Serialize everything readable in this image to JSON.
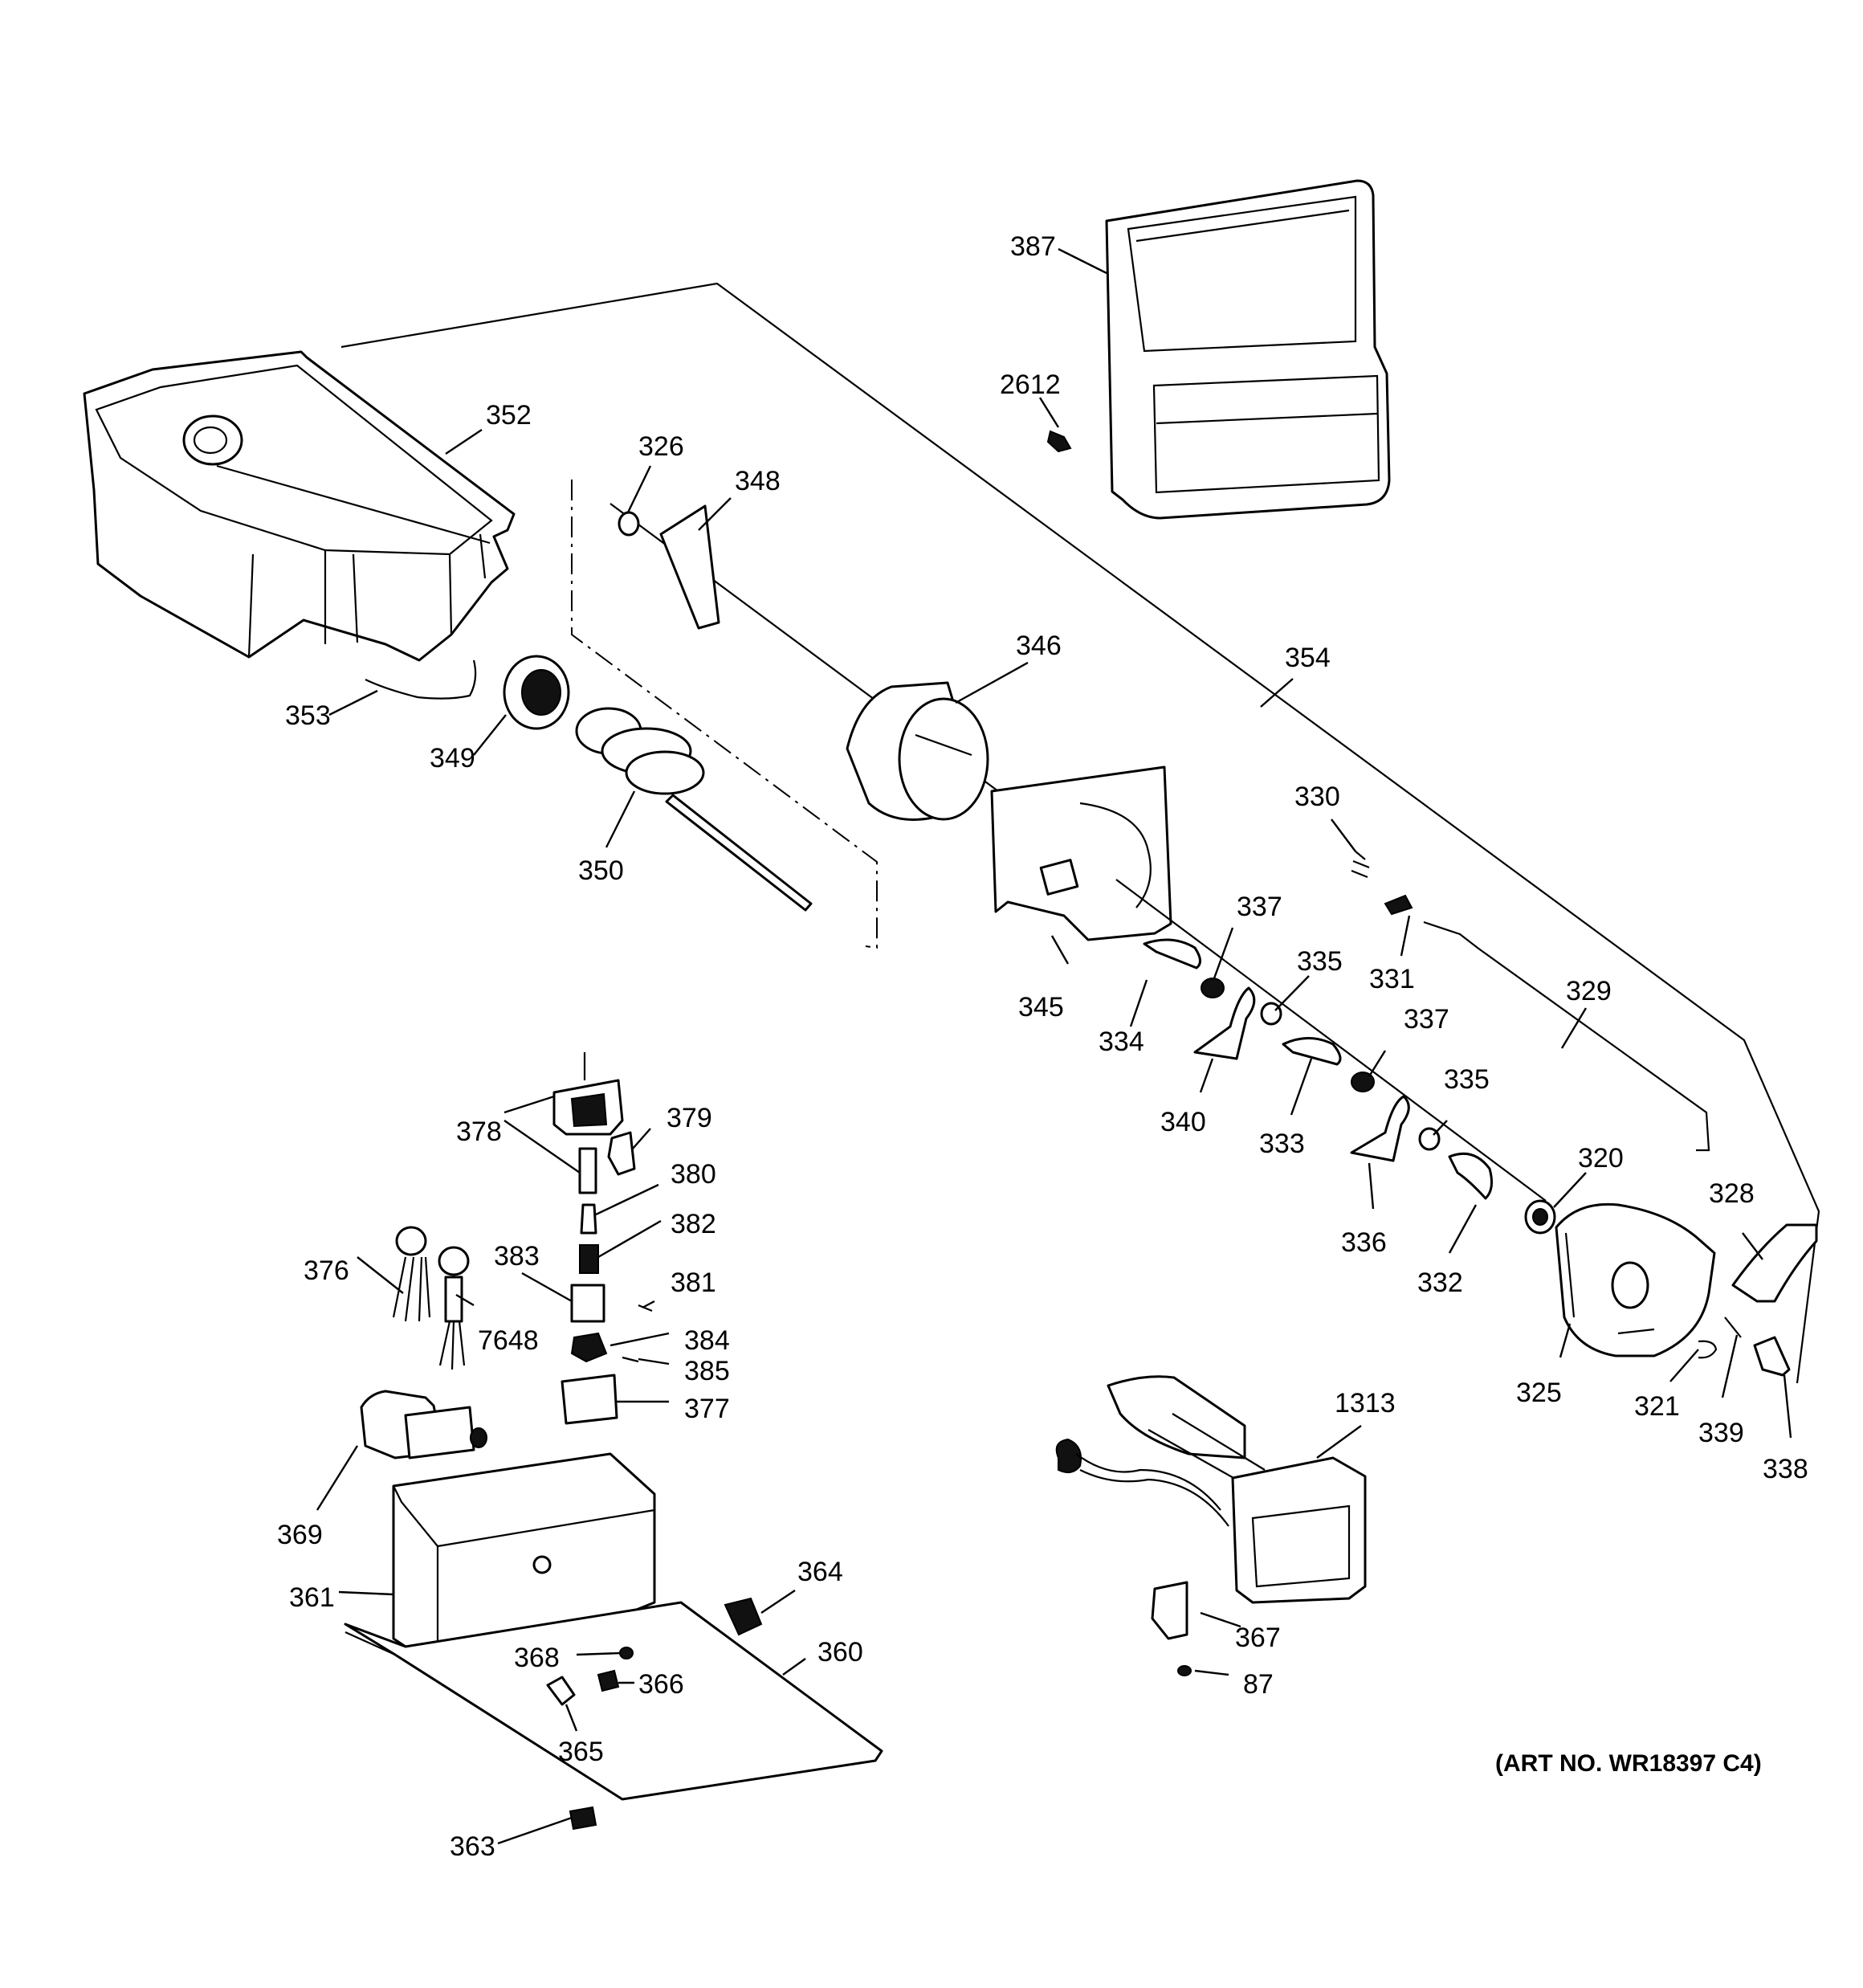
{
  "art_number": "(ART NO. WR18397 C4)",
  "callouts": [
    "387",
    "2612",
    "352",
    "326",
    "348",
    "346",
    "354",
    "353",
    "349",
    "350",
    "345",
    "330",
    "331",
    "337",
    "335",
    "329",
    "334",
    "340",
    "333",
    "336",
    "332",
    "320",
    "328",
    "325",
    "321",
    "339",
    "338",
    "378",
    "379",
    "380",
    "382",
    "376",
    "383",
    "381",
    "7648",
    "384",
    "385",
    "377",
    "369",
    "361",
    "364",
    "368",
    "366",
    "360",
    "365",
    "363",
    "1313",
    "367",
    "87"
  ]
}
